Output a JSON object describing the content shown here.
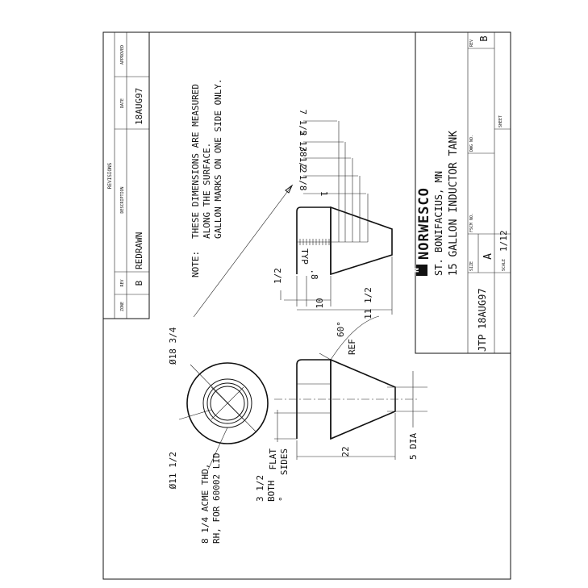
{
  "revisions": {
    "heading": "REVISIONS",
    "columns": {
      "zone": "ZONE",
      "rev": "REV",
      "description": "DESCRIPTION",
      "date": "DATE",
      "approved": "APPROVED"
    },
    "row": {
      "rev": "B",
      "description": "REDRAWN",
      "date": "18AUG97"
    }
  },
  "note": {
    "prefix": "NOTE:",
    "line1": "THESE DIMENSIONS ARE MEASURED",
    "line2": "ALONG THE SURFACE.",
    "line3": "GALLON MARKS ON ONE SIDE ONLY."
  },
  "gallon_marks": [
    "7 1/2",
    "5 1/8",
    "3 1/2",
    "2 1/8",
    "1"
  ],
  "side_view": {
    "dim_half": "1/2",
    "dim_10": "10",
    "dim_11_half": "11 1/2",
    "typ": "TYP",
    "spacing": ".8"
  },
  "front_view": {
    "outer_dia": "Ø18 3/4",
    "inner_dia": "Ø11 1/2",
    "thread_line1": "8 1/4 ACME THD,",
    "thread_line2": "RH, FOR 60002 LID"
  },
  "main_view": {
    "angle": "60°",
    "ref": "REF",
    "flat_line1": "FLAT",
    "flat_line2": "SIDES",
    "flat_dim_line1": "3 1/2",
    "flat_dim_line2": "BOTH",
    "flat_dim_line3": "°",
    "length": "22",
    "outlet": "5 DIA"
  },
  "title_block": {
    "company": "NORWESCO",
    "logo_letter": "N",
    "location": "ST. BONIFACIUS, MN",
    "title": "15 GALLON INDUCTOR TANK",
    "drawn_by": "JTP",
    "drawn_date": "18AUG97",
    "size_label": "SIZE",
    "size": "A",
    "fscm_label": "FSCM NO.",
    "dwg_label": "DWG NO.",
    "rev_label": "REV",
    "rev": "B",
    "scale_label": "SCALE",
    "scale": "1/12",
    "sheet_label": "SHEET"
  }
}
